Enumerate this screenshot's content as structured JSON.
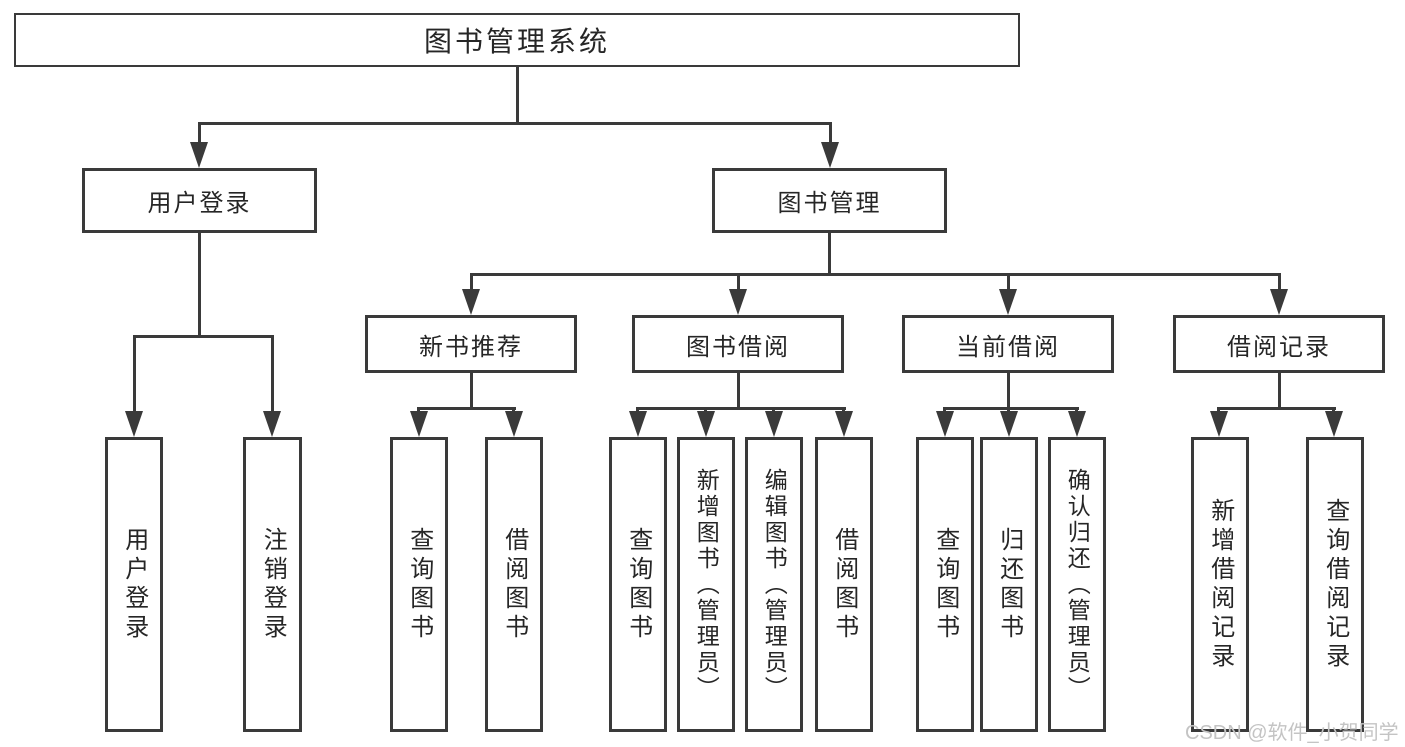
{
  "colors": {
    "line": "#3a3a3a",
    "text": "#262626",
    "box_bg": "#ffffff",
    "watermark": "#c4c4c4"
  },
  "watermark": {
    "text": "CSDN @软件_小贺同学"
  },
  "diagram": {
    "root": {
      "label": "图书管理系统"
    },
    "level2": [
      {
        "label": "用户登录"
      },
      {
        "label": "图书管理"
      }
    ],
    "level3": [
      {
        "label": "新书推荐"
      },
      {
        "label": "图书借阅"
      },
      {
        "label": "当前借阅"
      },
      {
        "label": "借阅记录"
      }
    ],
    "leaves": [
      {
        "label": "用户登录",
        "parent": "用户登录"
      },
      {
        "label": "注销登录",
        "parent": "用户登录"
      },
      {
        "label": "查询图书",
        "parent": "新书推荐"
      },
      {
        "label": "借阅图书",
        "parent": "新书推荐"
      },
      {
        "label": "查询图书",
        "parent": "图书借阅"
      },
      {
        "label": "新增图书（管理员）",
        "parent": "图书借阅"
      },
      {
        "label": "编辑图书（管理员）",
        "parent": "图书借阅"
      },
      {
        "label": "借阅图书",
        "parent": "图书借阅"
      },
      {
        "label": "查询图书",
        "parent": "当前借阅"
      },
      {
        "label": "归还图书",
        "parent": "当前借阅"
      },
      {
        "label": "确认归还（管理员）",
        "parent": "当前借阅"
      },
      {
        "label": "新增借阅记录",
        "parent": "借阅记录"
      },
      {
        "label": "查询借阅记录",
        "parent": "借阅记录"
      }
    ]
  }
}
